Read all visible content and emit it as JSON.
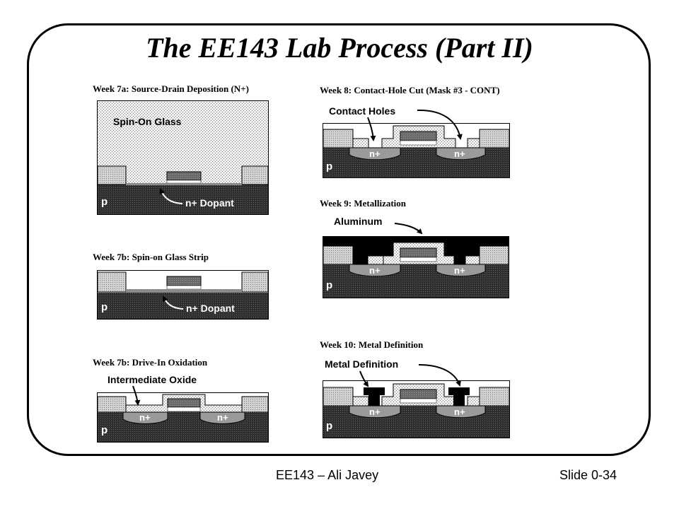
{
  "slide": {
    "title": "The EE143 Lab Process (Part II)",
    "footer_left": "EE143 – Ali Javey",
    "footer_right": "Slide 0-34"
  },
  "panels": {
    "week7a": {
      "heading": "Week 7a: Source-Drain Deposition (N+)",
      "glass_label": "Spin-On Glass",
      "substrate": "p",
      "dopant": "n+ Dopant"
    },
    "week7b_strip": {
      "heading": "Week 7b: Spin-on Glass Strip",
      "substrate": "p",
      "dopant": "n+ Dopant"
    },
    "week7b_drive": {
      "heading": "Week 7b: Drive-In Oxidation",
      "callout": "Intermediate Oxide",
      "substrate": "p",
      "region_left": "n+",
      "region_right": "n+"
    },
    "week8": {
      "heading": "Week 8: Contact-Hole Cut (Mask #3 - CONT)",
      "callout": "Contact Holes",
      "substrate": "p",
      "region_left": "n+",
      "region_right": "n+"
    },
    "week9": {
      "heading": "Week 9: Metallization",
      "callout": "Aluminum",
      "substrate": "p",
      "region_left": "n+",
      "region_right": "n+"
    },
    "week10": {
      "heading": "Week 10: Metal Definition",
      "callout": "Metal Definition",
      "substrate": "p",
      "region_left": "n+",
      "region_right": "n+"
    }
  },
  "colors": {
    "substrate": "#3a3a3a",
    "oxide": "#d8d8d8",
    "gate": "#6e6e6e",
    "metal": "#000000",
    "nplus": "#9a9a9a"
  }
}
